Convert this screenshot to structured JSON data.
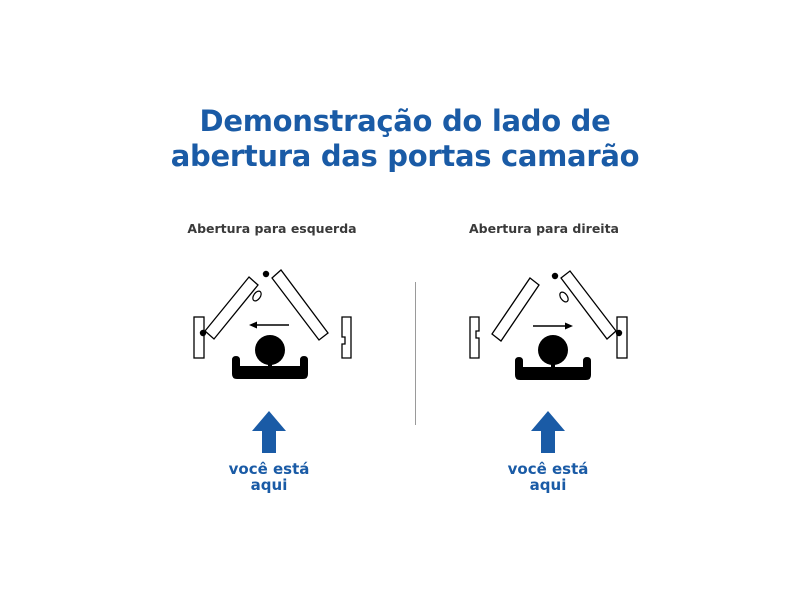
{
  "title": {
    "line1": "Demonstração do lado de",
    "line2": "abertura das portas camarão"
  },
  "panels": [
    {
      "label": "Abertura para esquerda",
      "direction": "left",
      "indicator": {
        "line1": "você está",
        "line2": "aqui"
      }
    },
    {
      "label": "Abertura para direita",
      "direction": "right",
      "indicator": {
        "line1": "você está",
        "line2": "aqui"
      }
    }
  ],
  "colors": {
    "title": "#1a5ba6",
    "arrow": "#1a5ba6",
    "subtitle": "#3a3a3a",
    "divider": "#9a9a9a",
    "figure": "#000000"
  }
}
